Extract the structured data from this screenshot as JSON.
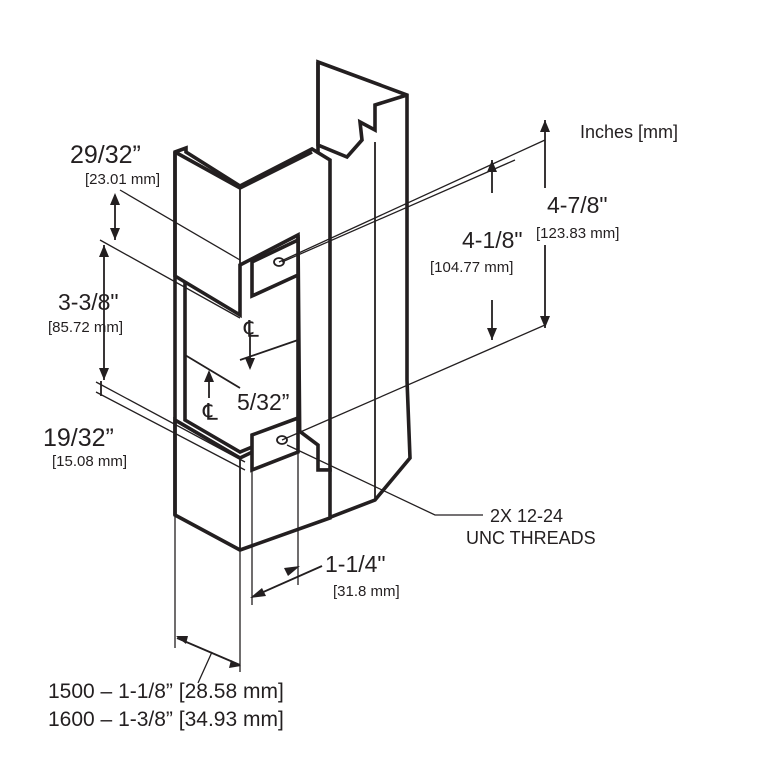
{
  "header_partial": "",
  "units_label": "Inches [mm]",
  "dimensions": {
    "top_depth": {
      "inch": "29/32”",
      "mm": "[23.01 mm]"
    },
    "lip_height": {
      "inch": "3-3/8\"",
      "mm": "[85.72 mm]"
    },
    "bottom_depth": {
      "inch": "19/32”",
      "mm": "[15.08 mm]"
    },
    "center_offset": {
      "inch": "5/32”"
    },
    "hole_spacing_inner": {
      "inch": "4-1/8\"",
      "mm": "[104.77 mm]"
    },
    "hole_spacing_outer": {
      "inch": "4-7/8\"",
      "mm": "[123.83 mm]"
    },
    "face_width": {
      "inch": "1-1/4\"",
      "mm": "[31.8 mm]"
    }
  },
  "centerline_symbol": "℄",
  "thread_callout": {
    "line1": "2X 12-24",
    "line2": "UNC THREADS"
  },
  "model_widths": [
    "1500 – 1-1/8” [28.58 mm]",
    "1600 – 1-3/8” [34.93 mm]"
  ]
}
